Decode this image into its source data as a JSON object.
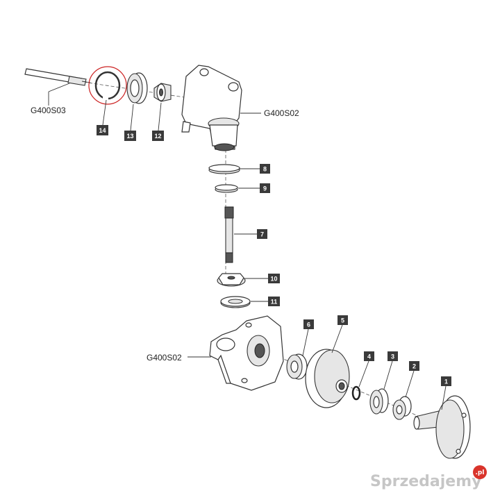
{
  "diagram": {
    "assembly_labels": {
      "shaft": "G400S03",
      "upper_housing": "G400S02",
      "lower_housing": "G400S02"
    },
    "part_numbers": {
      "p1": "1",
      "p2": "2",
      "p3": "3",
      "p4": "4",
      "p5": "5",
      "p6": "6",
      "p7": "7",
      "p8": "8",
      "p9": "9",
      "p10": "10",
      "p11": "11",
      "p12": "12",
      "p13": "13",
      "p14": "14"
    },
    "highlighted_part": "14",
    "highlight_color": "#cc2222",
    "badge_color": "#3a3a3a"
  },
  "watermark": {
    "text": "Sprzedajemy",
    "suffix": ".pl",
    "dot_color": "#d9342b"
  }
}
